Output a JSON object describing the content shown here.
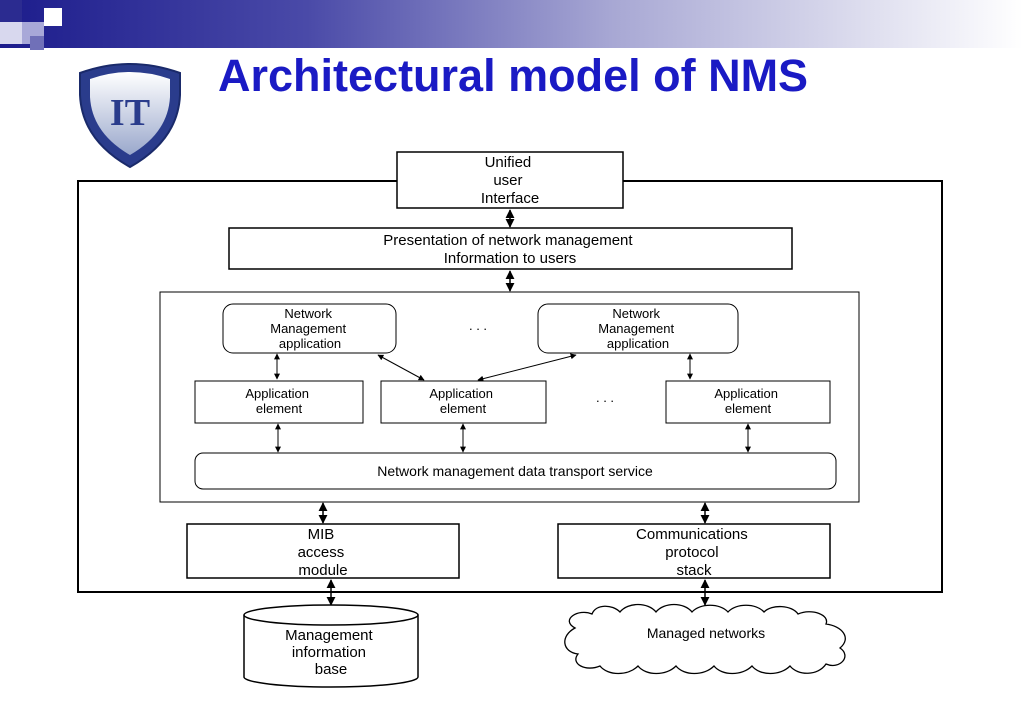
{
  "title": "Architectural model of NMS",
  "logo_text": "IT",
  "blocks": {
    "uui": [
      "Unified",
      "user",
      "Interface"
    ],
    "presentation": [
      "Presentation of network management",
      "Information to users"
    ],
    "nma": [
      "Network",
      "Management",
      "application"
    ],
    "ae": [
      "Application",
      "element"
    ],
    "ellipsis": ". . .",
    "transport": "Network management data transport service",
    "mib_access": [
      "MIB",
      "access",
      "module"
    ],
    "comm": [
      "Communications",
      "protocol",
      "stack"
    ],
    "mib_db": [
      "Management",
      "information",
      "base"
    ],
    "cloud": "Managed networks"
  },
  "colors": {
    "title": "#1a1ac4",
    "bar_start": "#1c1c8c",
    "logo_blue": "#2a3c8c"
  }
}
